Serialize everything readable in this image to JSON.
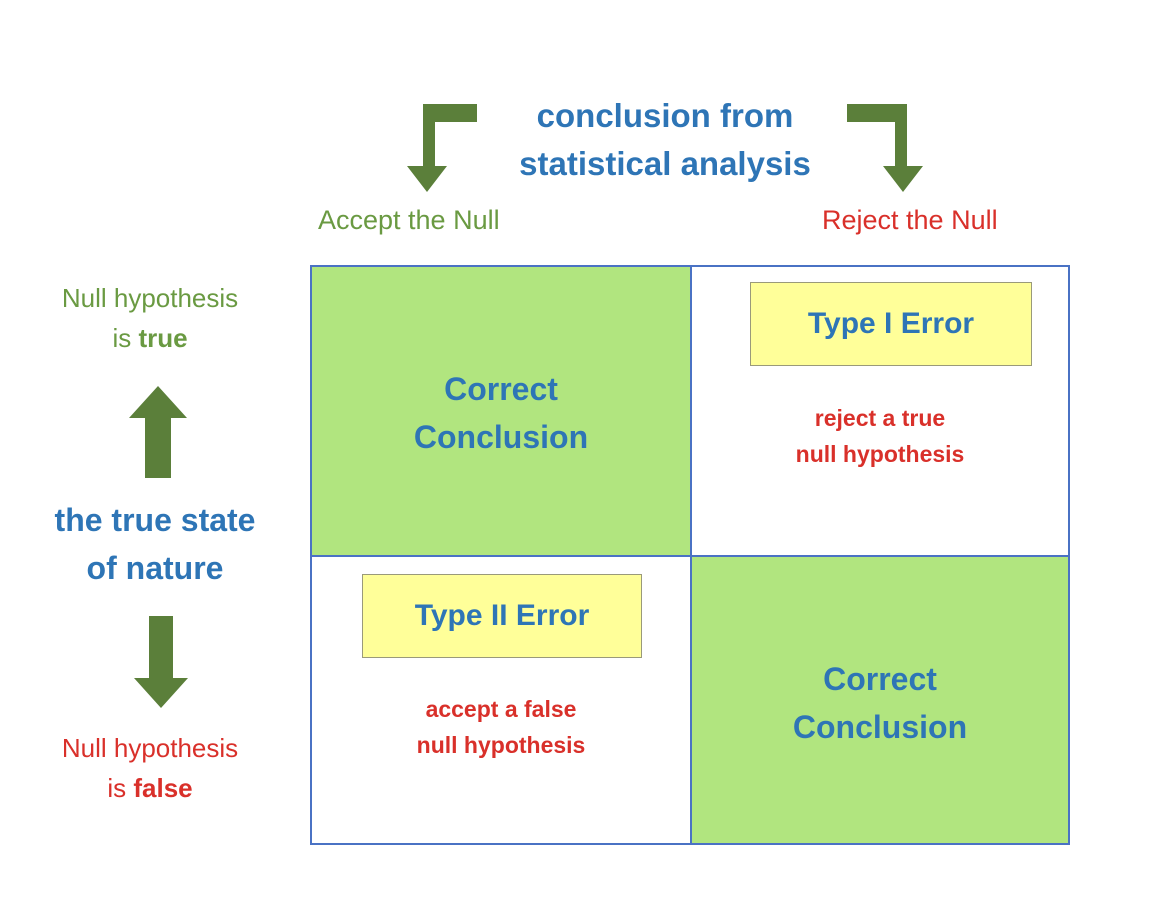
{
  "header": {
    "title_line1": "conclusion from",
    "title_line2": "statistical analysis"
  },
  "columns": {
    "accept": "Accept the Null",
    "reject": "Reject the Null"
  },
  "side": {
    "title_line1": "the true state",
    "title_line2": "of nature",
    "true_line1": "Null hypothesis",
    "true_prefix": "is ",
    "true_word": "true",
    "false_line1": "Null hypothesis",
    "false_prefix": "is ",
    "false_word": "false"
  },
  "matrix": {
    "true_accept": {
      "line1": "Correct",
      "line2": "Conclusion"
    },
    "true_reject": {
      "label": "Type I Error",
      "desc_line1": "reject a true",
      "desc_line2": "null hypothesis"
    },
    "false_accept": {
      "label": "Type II Error",
      "desc_line1": "accept a false",
      "desc_line2": "null hypothesis"
    },
    "false_reject": {
      "line1": "Correct",
      "line2": "Conclusion"
    }
  },
  "colors": {
    "title_blue": "#2e75b6",
    "accept_green": "#6a9a42",
    "reject_red": "#d9302a",
    "cell_green": "#b1e57f",
    "error_yellow": "#ffff99",
    "arrow_green": "#5b7f3a",
    "border_blue": "#4a72c4"
  },
  "icons": {
    "top_left": "bent-arrow-down-left-icon",
    "top_right": "bent-arrow-down-right-icon",
    "side_up": "arrow-up-icon",
    "side_down": "arrow-down-icon"
  }
}
